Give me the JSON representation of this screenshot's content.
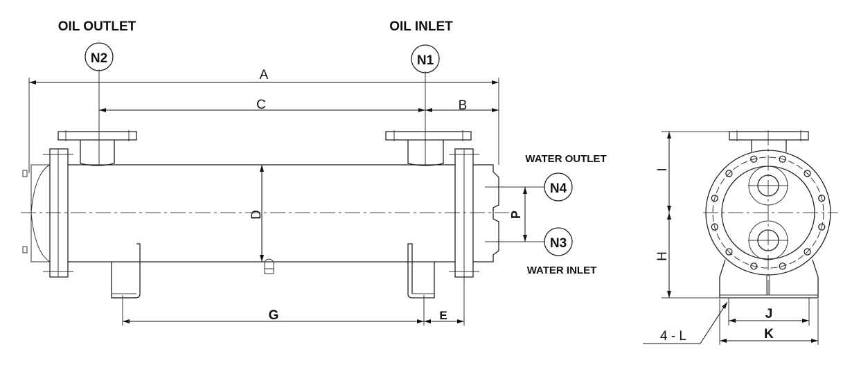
{
  "labels": {
    "oil_outlet": "OIL OUTLET",
    "oil_inlet": "OIL INLET",
    "water_outlet": "WATER OUTLET",
    "water_inlet": "WATER INLET"
  },
  "nozzles": {
    "n1": "N1",
    "n2": "N2",
    "n3": "N3",
    "n4": "N4"
  },
  "dimensions": {
    "a": "A",
    "b": "B",
    "c": "C",
    "d": "D",
    "e": "E",
    "g": "G",
    "h": "H",
    "i": "I",
    "j": "J",
    "k": "K",
    "p": "P",
    "l": "4 - L"
  }
}
